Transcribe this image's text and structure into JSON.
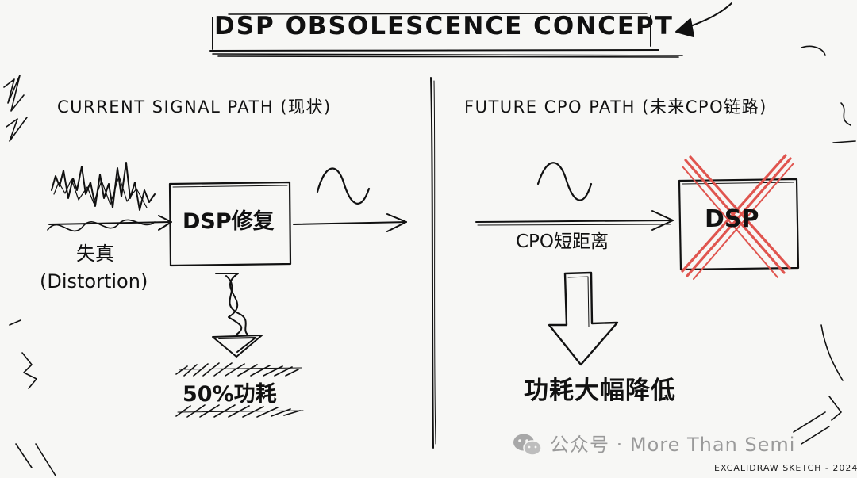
{
  "title": "DSP OBSOLESCENCE CONCEPT",
  "left_panel": {
    "header": "CURRENT SIGNAL PATH (现状)",
    "distortion_label_zh": "失真",
    "distortion_label_en": "(Distortion)",
    "box_label": "DSP修复",
    "power_label": "50%功耗"
  },
  "right_panel": {
    "header": "FUTURE CPO PATH (未来CPO链路)",
    "arrow_label": "CPO短距离",
    "box_label": "DSP",
    "result_label": "功耗大幅降低"
  },
  "watermark": {
    "icon": "wechat-icon",
    "text": "公众号 · More Than Semi"
  },
  "footer": "EXCALIDRAW SKETCH - 2024",
  "colors": {
    "ink": "#111111",
    "cross": "#e0554f",
    "watermark": "#9a9a9a",
    "background": "#f7f7f5"
  }
}
